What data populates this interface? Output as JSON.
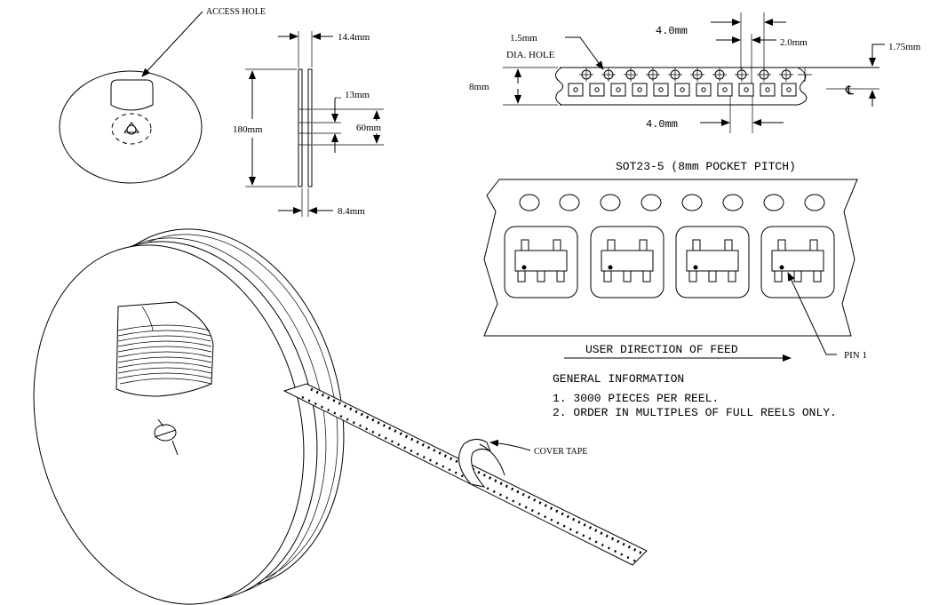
{
  "labels": {
    "access_hole": "ACCESS HOLE",
    "dim_14_4": "14.4mm",
    "dim_180": "180mm",
    "dim_13": "13mm",
    "dim_60": "60mm",
    "dim_8_4": "8.4mm",
    "dim_1_5": "1.5mm",
    "dia_hole": "DIA. HOLE",
    "dim_4_0_top": "4.0mm",
    "dim_2_0": "2.0mm",
    "dim_1_75": "1.75mm",
    "dim_8": "8mm",
    "dim_4_0_bottom": "4.0mm",
    "centerline": "℄",
    "tape_title": "SOT23-5 (8mm POCKET PITCH)",
    "pin1": "PIN 1",
    "feed_direction": "USER DIRECTION OF FEED",
    "cover_tape": "COVER TAPE"
  },
  "general_information": {
    "heading": "GENERAL INFORMATION",
    "items": [
      "1. 3000 PIECES PER REEL.",
      "2. ORDER IN MULTIPLES OF FULL REELS ONLY."
    ]
  }
}
